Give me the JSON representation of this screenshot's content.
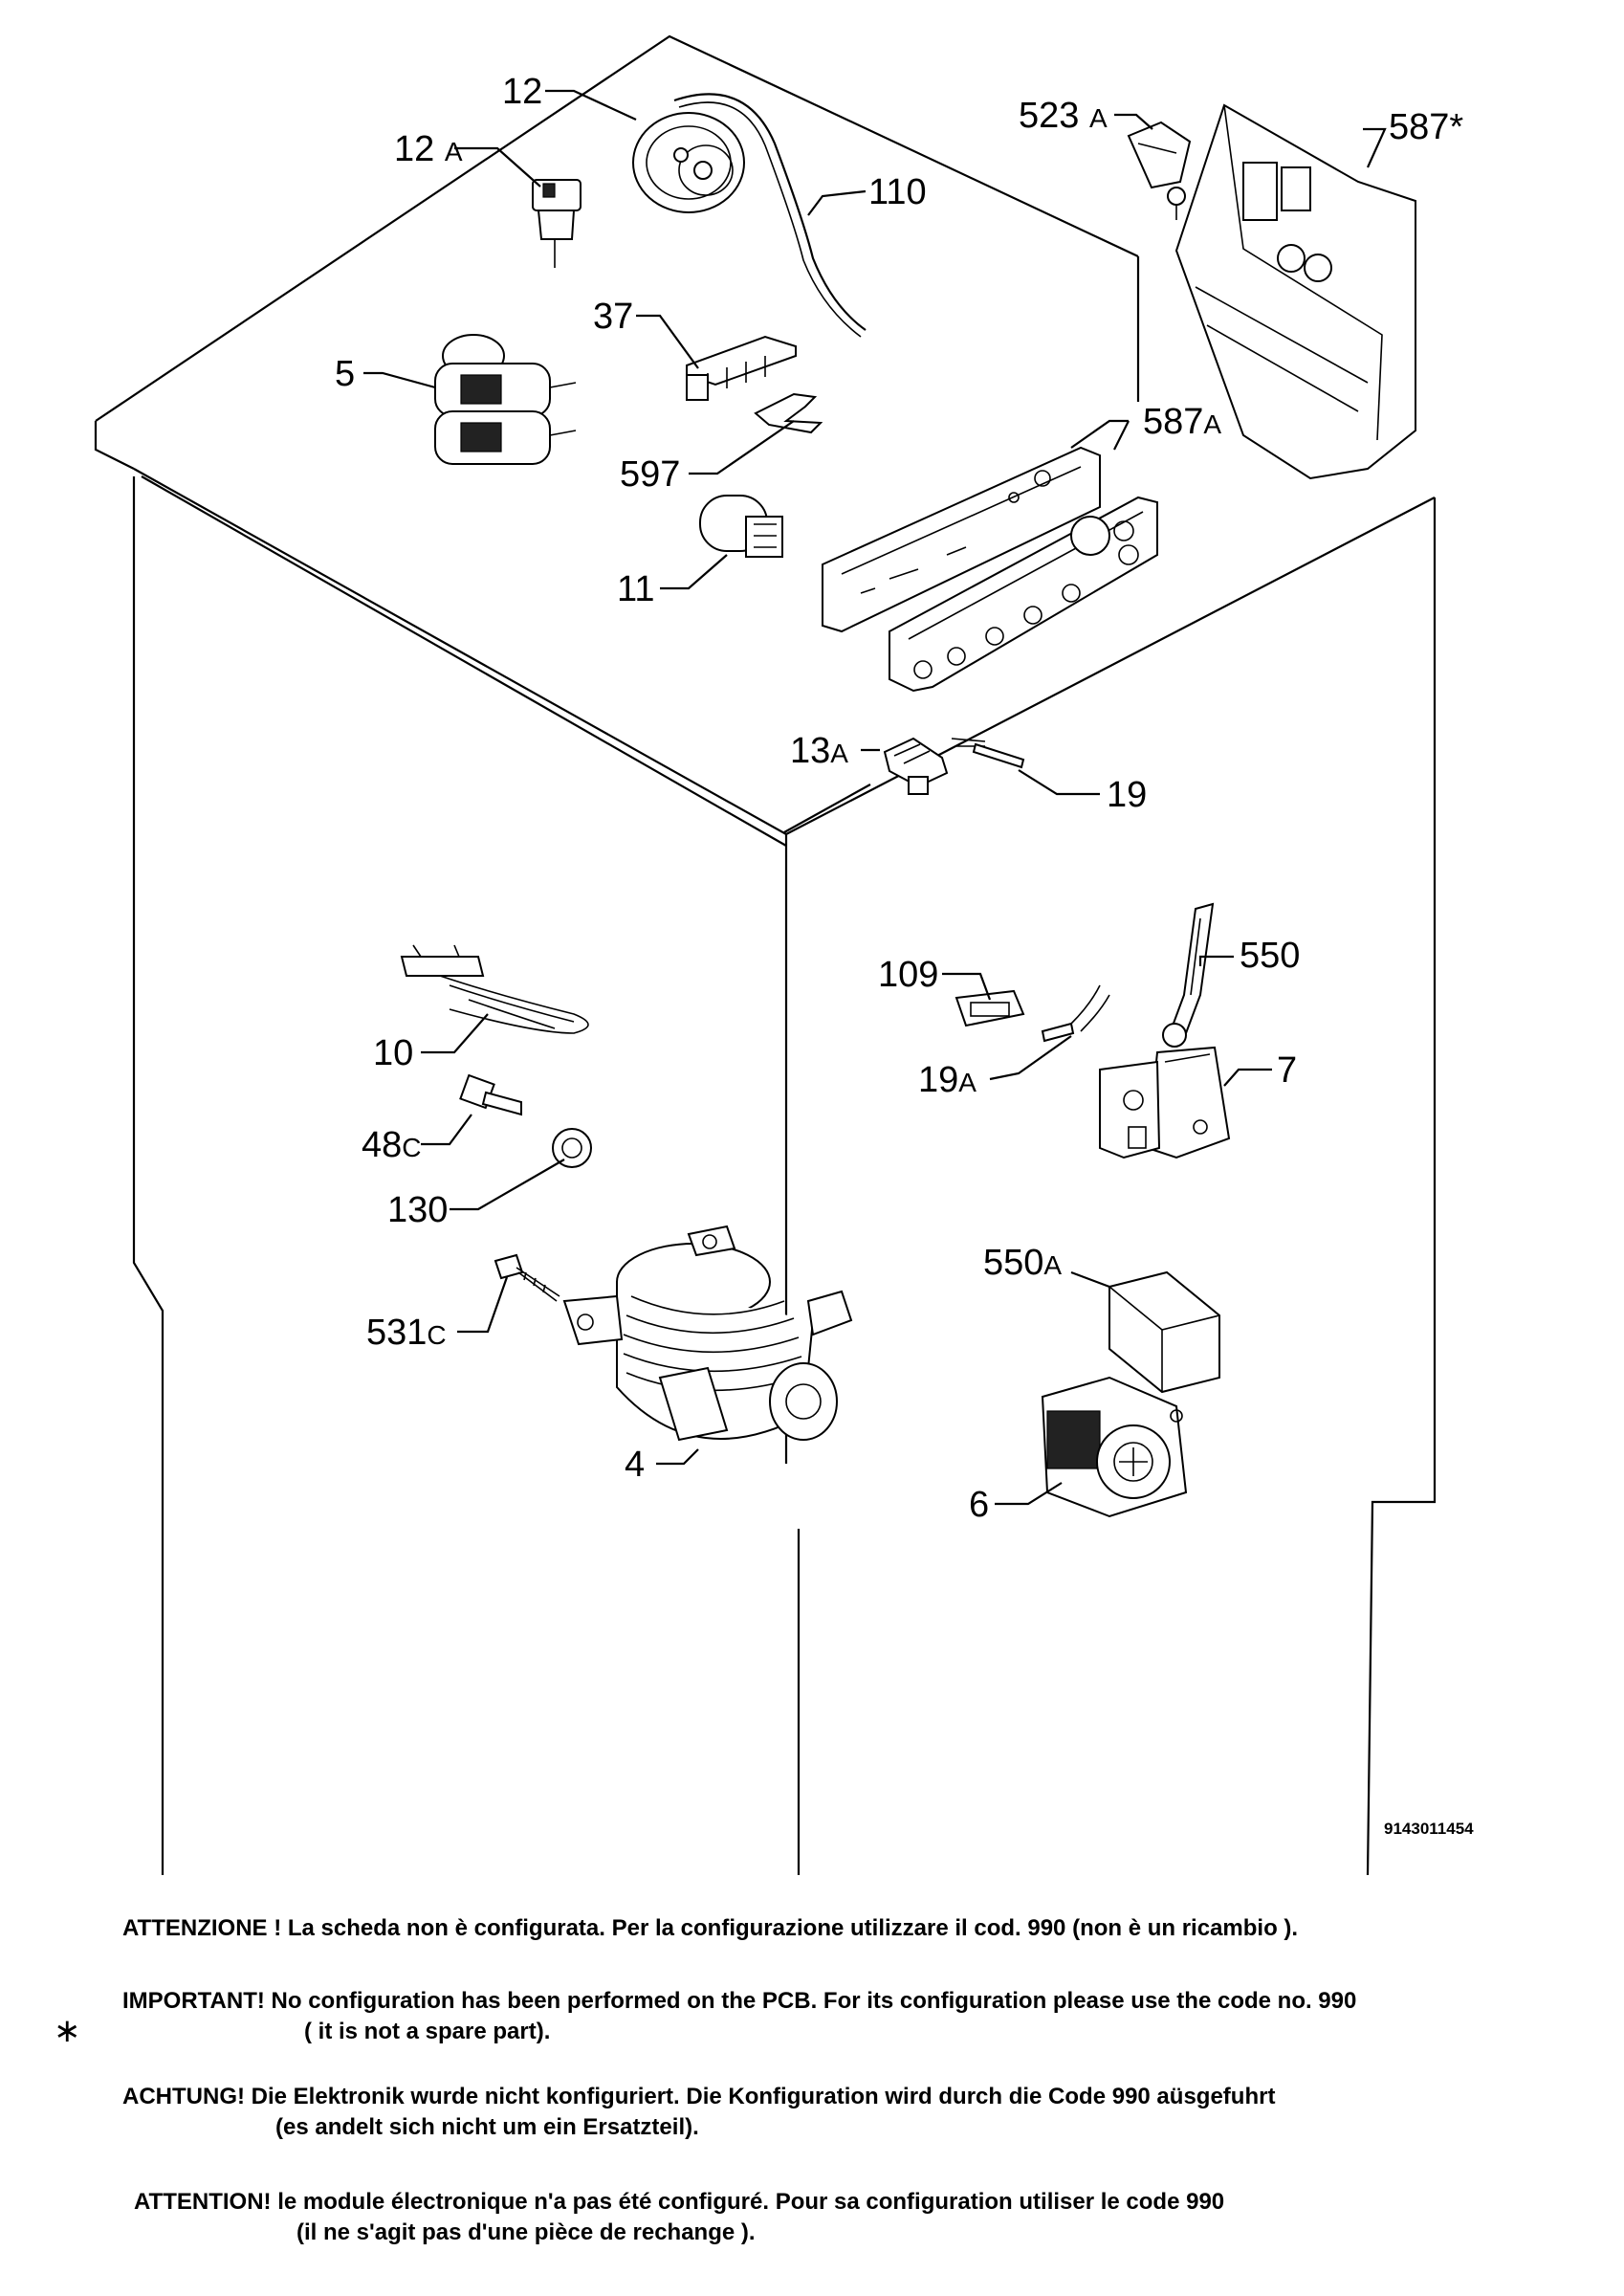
{
  "diagram": {
    "part_labels": [
      {
        "id": "p12",
        "num": "12",
        "suffix": ""
      },
      {
        "id": "p12a",
        "num": "12",
        "suffix": "A"
      },
      {
        "id": "p110",
        "num": "110",
        "suffix": ""
      },
      {
        "id": "p523a",
        "num": "523",
        "suffix": "A"
      },
      {
        "id": "p587s",
        "num": "587",
        "suffix": "*"
      },
      {
        "id": "p5",
        "num": "5",
        "suffix": ""
      },
      {
        "id": "p37",
        "num": "37",
        "suffix": ""
      },
      {
        "id": "p597",
        "num": "597",
        "suffix": ""
      },
      {
        "id": "p587a",
        "num": "587",
        "suffix": "A"
      },
      {
        "id": "p11",
        "num": "11",
        "suffix": ""
      },
      {
        "id": "p13a",
        "num": "13",
        "suffix": "A"
      },
      {
        "id": "p19",
        "num": "19",
        "suffix": ""
      },
      {
        "id": "p109",
        "num": "109",
        "suffix": ""
      },
      {
        "id": "p550",
        "num": "550",
        "suffix": ""
      },
      {
        "id": "p10",
        "num": "10",
        "suffix": ""
      },
      {
        "id": "p19a",
        "num": "19",
        "suffix": "A"
      },
      {
        "id": "p7",
        "num": "7",
        "suffix": ""
      },
      {
        "id": "p48c",
        "num": "48",
        "suffix": "C"
      },
      {
        "id": "p130",
        "num": "130",
        "suffix": ""
      },
      {
        "id": "p550a",
        "num": "550",
        "suffix": "A"
      },
      {
        "id": "p531c",
        "num": "531",
        "suffix": "C"
      },
      {
        "id": "p4",
        "num": "4",
        "suffix": ""
      },
      {
        "id": "p6",
        "num": "6",
        "suffix": ""
      }
    ],
    "drawing_code": "9143011454"
  },
  "notes": {
    "it": "ATTENZIONE ! La scheda non è  configurata. Per la configurazione utilizzare il cod. 990 (non è un ricambio ).",
    "en_1": "IMPORTANT! No configuration has been performed on the PCB. For its configuration please use the code no. 990",
    "en_2": "( it is not a spare part).",
    "star": "∗",
    "de_1": "ACHTUNG! Die Elektronik wurde nicht konfiguriert. Die Konfiguration wird durch die Code 990 aüsgefuhrt",
    "de_2": "(es andelt sich nicht um ein Ersatzteil).",
    "fr_1": "ATTENTION! le module électronique n'a pas été configuré. Pour  sa configuration utiliser le code 990",
    "fr_2": "(il ne s'agit pas d'une pièce de rechange )."
  }
}
